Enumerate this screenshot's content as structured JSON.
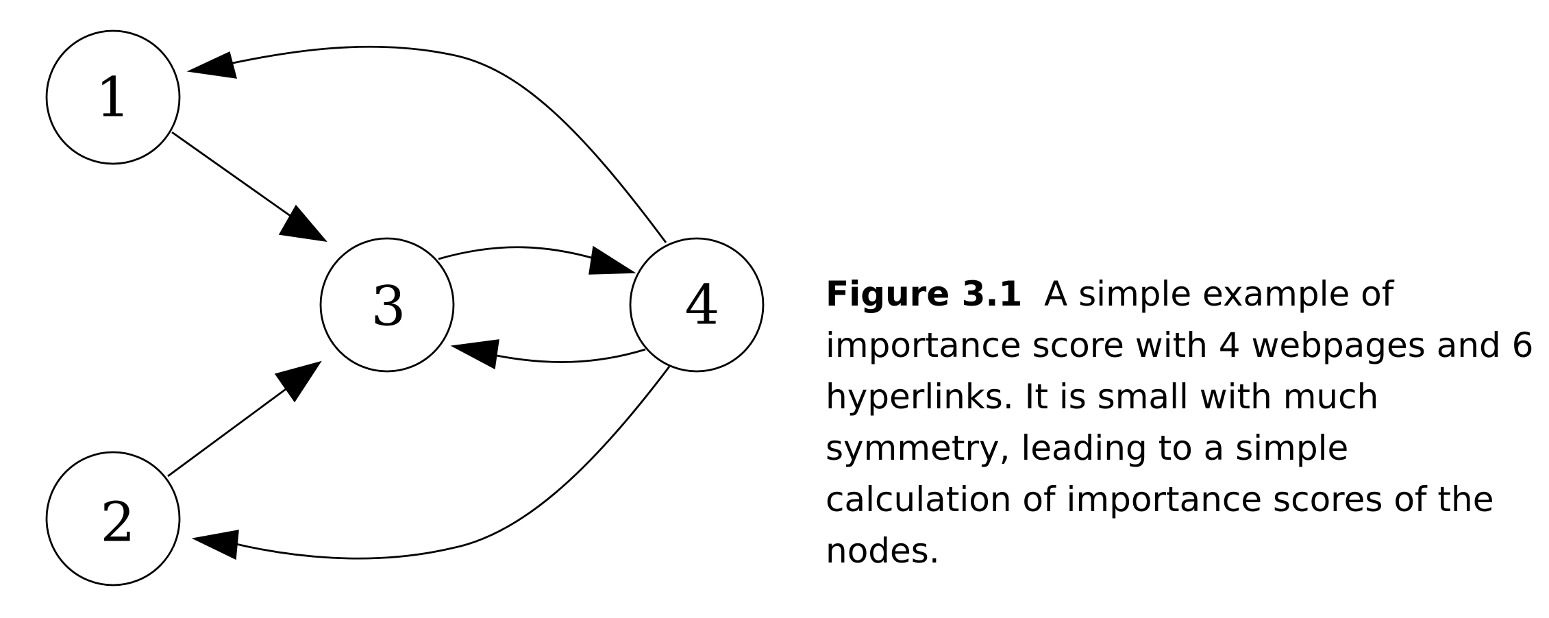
{
  "nodes": [
    {
      "id": "1",
      "label": "1"
    },
    {
      "id": "2",
      "label": "2"
    },
    {
      "id": "3",
      "label": "3"
    },
    {
      "id": "4",
      "label": "4"
    }
  ],
  "edges": [
    {
      "from": "1",
      "to": "3"
    },
    {
      "from": "2",
      "to": "3"
    },
    {
      "from": "3",
      "to": "4"
    },
    {
      "from": "4",
      "to": "3"
    },
    {
      "from": "4",
      "to": "1"
    },
    {
      "from": "4",
      "to": "2"
    }
  ],
  "caption": {
    "label": "Figure 3.1",
    "text": "A simple example of importance score with 4 webpages and 6 hyperlinks. It is small with much symmetry, leading to a simple calculation of importance scores of the nodes."
  },
  "colors": {
    "stroke": "#000000",
    "fill": "#ffffff",
    "text": "#000000"
  }
}
